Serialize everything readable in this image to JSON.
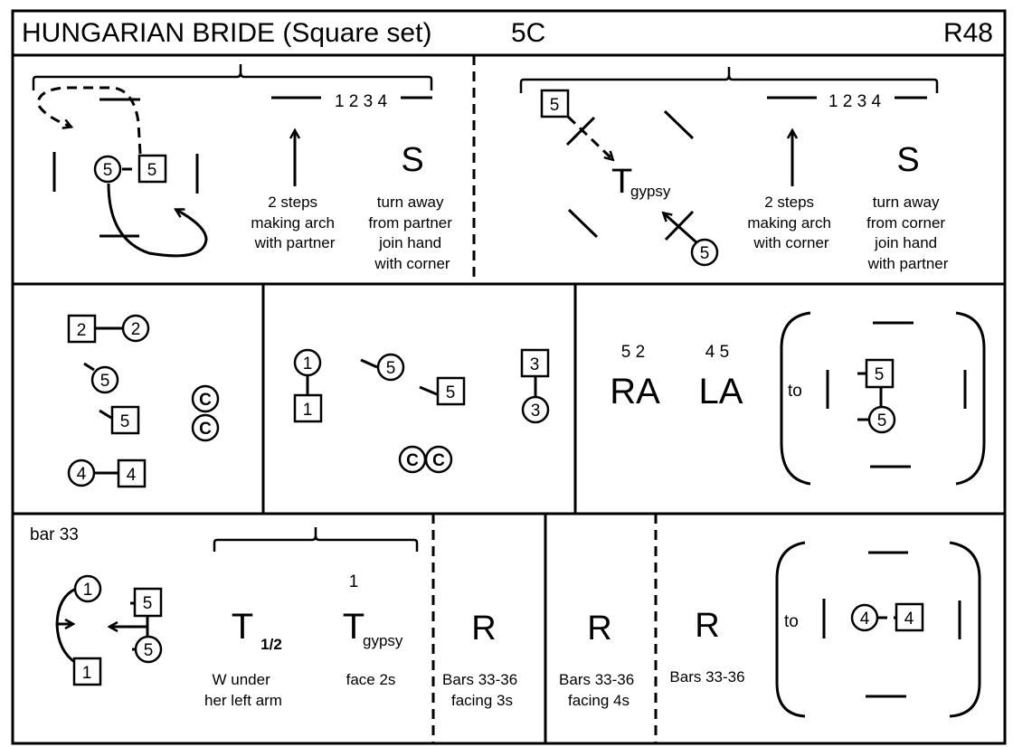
{
  "header": {
    "title": "HUNGARIAN BRIDE (Square set)",
    "formation": "5C",
    "tune": "R48"
  },
  "row1": {
    "left": {
      "dancer_woman": "5",
      "dancer_man": "5",
      "count_label": "1 2 3 4",
      "arrow_caption": [
        "2 steps",
        "making arch",
        "with partner"
      ],
      "symbol": "S",
      "symbol_caption": [
        "turn away",
        "from partner",
        "join hand",
        "with corner"
      ]
    },
    "right": {
      "dancer_man": "5",
      "dancer_woman": "5",
      "turn_symbol": "T",
      "turn_subscript": "gypsy",
      "count_label": "1 2 3 4",
      "arrow_caption": [
        "2 steps",
        "making arch",
        "with corner"
      ],
      "symbol": "S",
      "symbol_caption": [
        "turn away",
        "from corner",
        "join hand",
        "with partner"
      ]
    }
  },
  "row2": {
    "panel1": {
      "couple2": {
        "man": "2",
        "woman": "2"
      },
      "dancer5_woman": "5",
      "dancer5_man": "5",
      "couple4": {
        "woman": "4",
        "man": "4"
      },
      "centre_marks": [
        "C",
        "C"
      ]
    },
    "panel2": {
      "couple1": {
        "woman": "1",
        "man": "1"
      },
      "dancer5_woman": "5",
      "dancer5_man": "5",
      "couple3": {
        "man": "3",
        "woman": "3"
      },
      "centre_marks": [
        "C",
        "C"
      ]
    },
    "panel3": {
      "ra_dancers": "5 2",
      "ra_label": "RA",
      "la_dancers": "4 5",
      "la_label": "LA",
      "to_label": "to",
      "end_man": "5",
      "end_woman": "5"
    }
  },
  "row3": {
    "panel1": {
      "bar_label": "bar 33",
      "couple1": {
        "woman": "1",
        "man": "1"
      },
      "dancer5_man": "5",
      "dancer5_woman": "5",
      "turn_half_symbol": "T",
      "turn_half_subscript": "1/2",
      "turn_half_caption": [
        "W under",
        "her left arm"
      ],
      "gypsy_dancer": "1",
      "gypsy_symbol": "T",
      "gypsy_subscript": "gypsy",
      "gypsy_caption": [
        "face 2s"
      ],
      "reel_symbol": "R",
      "reel_caption": [
        "Bars 33-36",
        "facing 3s"
      ]
    },
    "panel2": {
      "reel1_symbol": "R",
      "reel1_caption": [
        "Bars 33-36",
        "facing 4s"
      ],
      "reel2_symbol": "R",
      "reel2_caption": [
        "Bars 33-36"
      ],
      "to_label": "to",
      "end_woman": "4",
      "end_man": "4"
    }
  }
}
